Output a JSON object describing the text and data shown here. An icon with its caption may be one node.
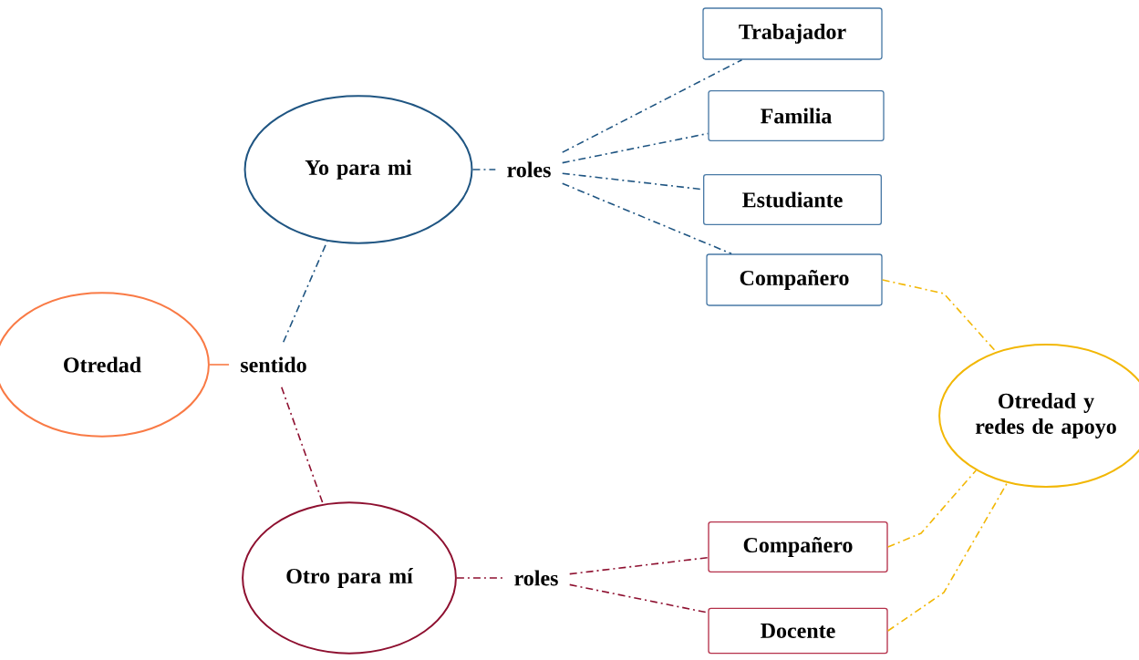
{
  "diagram": {
    "nodes": [
      {
        "text": [
          "Otredad"
        ]
      },
      {
        "text": [
          "sentido"
        ]
      },
      {
        "text": [
          "Yo para mi"
        ]
      },
      {
        "text": [
          "roles"
        ]
      },
      {
        "text": [
          "Trabajador"
        ]
      },
      {
        "text": [
          "Familia"
        ]
      },
      {
        "text": [
          "Estudiante"
        ]
      },
      {
        "text": [
          "Compañero"
        ]
      },
      {
        "text": [
          "Otredad y redes de apoyo"
        ]
      },
      {
        "text": [
          "Otro para mí"
        ]
      },
      {
        "text": [
          "roles"
        ]
      },
      {
        "text": [
          "Compañero"
        ]
      },
      {
        "text": [
          "Docente"
        ]
      }
    ],
    "edges": [
      {
        "from": 0,
        "to": 1,
        "arrow": "none",
        "color": "#f97a45"
      },
      {
        "from": 1,
        "to": 2,
        "arrow": "none",
        "style": "dashed",
        "color": "#1f5582"
      },
      {
        "from": 2,
        "to": 3,
        "arrow": "none",
        "style": "dashed",
        "color": "#1f5582"
      },
      {
        "from": 3,
        "to": 4,
        "arrow": "none",
        "style": "dashed",
        "color": "#1f5582"
      },
      {
        "from": 3,
        "to": 5,
        "arrow": "none",
        "style": "dashed",
        "color": "#1f5582"
      },
      {
        "from": 3,
        "to": 6,
        "arrow": "none",
        "style": "dashed",
        "color": "#1f5582"
      },
      {
        "from": 3,
        "to": 7,
        "arrow": "none",
        "style": "dashed",
        "color": "#1f5582"
      },
      {
        "from": 7,
        "to": 8,
        "arrow": "none",
        "style": "dashed",
        "color": "#f2b705"
      },
      {
        "from": 1,
        "to": 9,
        "arrow": "none",
        "style": "dashed",
        "color": "#8e1030"
      },
      {
        "from": 9,
        "to": 10,
        "arrow": "none",
        "style": "dashed",
        "color": "#8e1030"
      },
      {
        "from": 10,
        "to": 11,
        "arrow": "none",
        "style": "dashed",
        "color": "#8e1030"
      },
      {
        "from": 10,
        "to": 12,
        "arrow": "none",
        "style": "dashed",
        "color": "#8e1030"
      },
      {
        "from": 11,
        "to": 8,
        "arrow": "none",
        "style": "dashed",
        "color": "#f2b705"
      },
      {
        "from": 12,
        "to": 8,
        "arrow": "none",
        "style": "dashed",
        "color": "#f2b705"
      }
    ]
  }
}
